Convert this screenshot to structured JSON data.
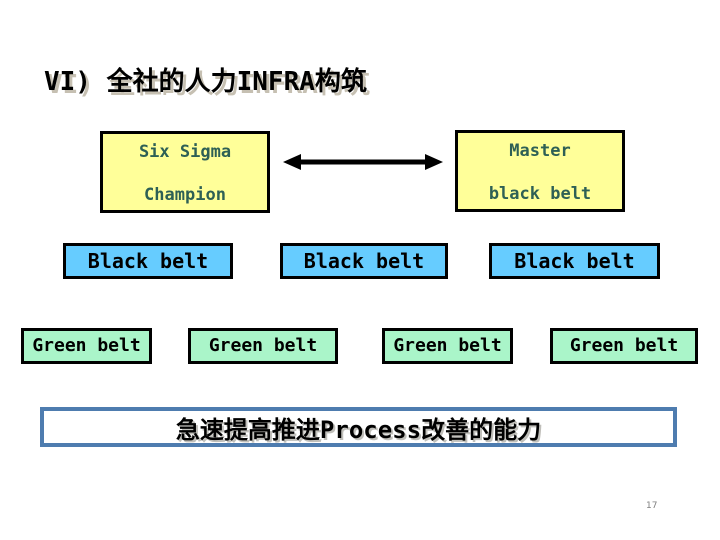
{
  "slide": {
    "title": "VI) 全社的人力INFRA构筑",
    "page_number": "17",
    "slogan": "急速提高推进Process改善的能力"
  },
  "org": {
    "champion": {
      "line1": "Six Sigma",
      "line2": "Champion"
    },
    "master": {
      "line1": "Master",
      "line2": "black belt"
    },
    "black_belts": [
      {
        "label": "Black belt"
      },
      {
        "label": "Black belt"
      },
      {
        "label": "Black belt"
      }
    ],
    "green_belts": [
      {
        "label": "Green belt"
      },
      {
        "label": "Green belt"
      },
      {
        "label": "Green belt"
      },
      {
        "label": "Green belt"
      }
    ]
  },
  "icons": {
    "connector": "double-arrow"
  },
  "colors": {
    "yellow_box_bg": "#FFFF99",
    "yellow_box_text": "#2E6055",
    "blue_box_bg": "#66CCFF",
    "green_box_bg": "#AAF5C9",
    "box_border": "#000000",
    "slogan_border": "#4E7CAF",
    "slogan_text": "#000000",
    "title_color": "#000000",
    "page_number_color": "#808080"
  }
}
